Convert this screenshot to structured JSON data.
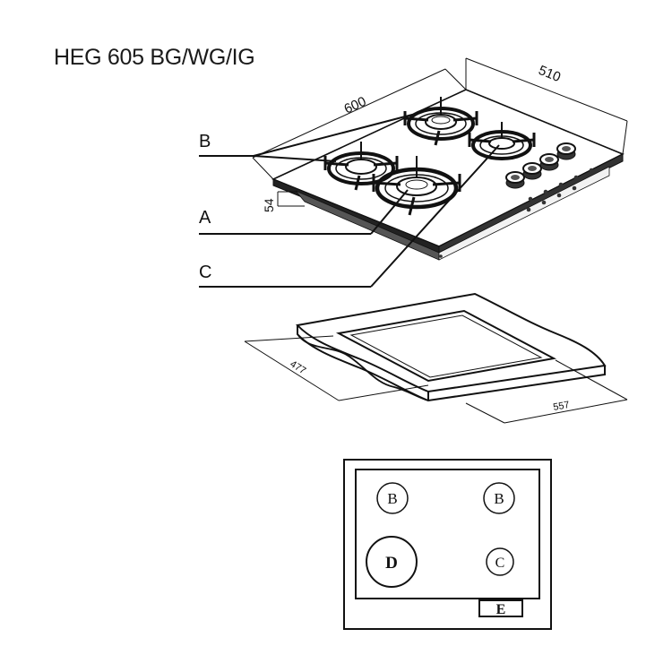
{
  "title": "HEG 605 BG/WG/IG",
  "hob_dimensions": {
    "width": "600",
    "depth": "510",
    "height": "54"
  },
  "callouts": {
    "b": "B",
    "a": "A",
    "c": "C"
  },
  "cutout_dimensions": {
    "depth": "477",
    "width": "557"
  },
  "layout_plan": {
    "rear_left": "B",
    "rear_right": "B",
    "front_left": "D",
    "front_right": "C",
    "control_panel": "E"
  }
}
